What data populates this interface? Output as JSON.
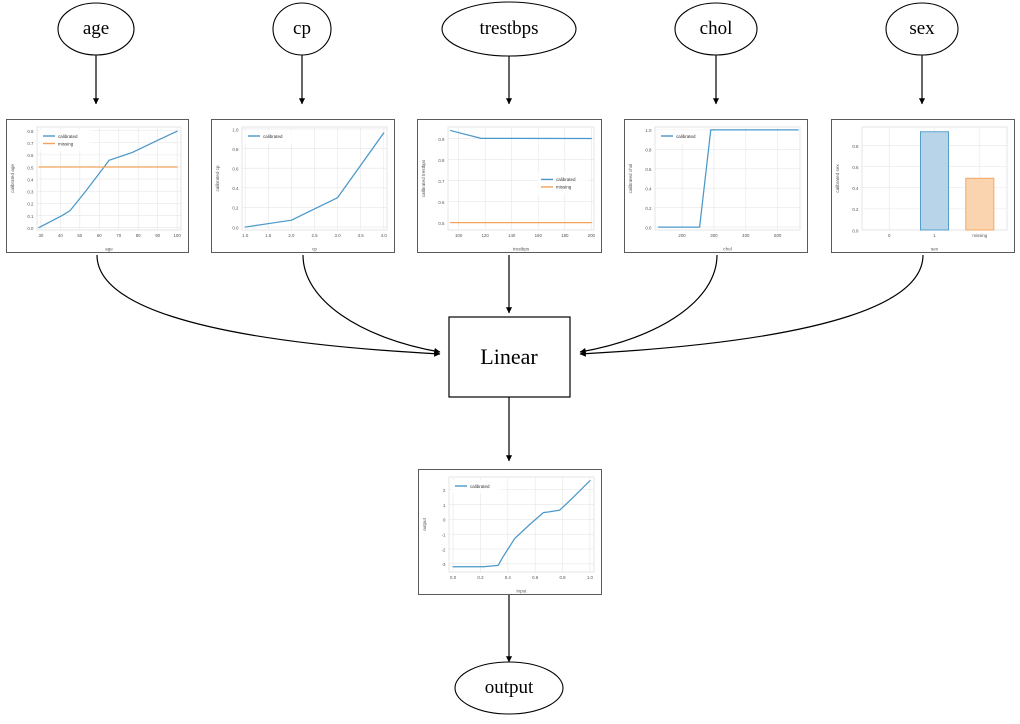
{
  "diagram": {
    "type": "calibrated-linear-model-graph",
    "input_nodes": [
      {
        "id": "age",
        "label": "age"
      },
      {
        "id": "cp",
        "label": "cp"
      },
      {
        "id": "trestbps",
        "label": "trestbps"
      },
      {
        "id": "chol",
        "label": "chol"
      },
      {
        "id": "sex",
        "label": "sex"
      }
    ],
    "linear_node": {
      "id": "linear",
      "label": "Linear"
    },
    "output_node": {
      "id": "output",
      "label": "output"
    }
  },
  "colors": {
    "calibrated": "#4a98c9",
    "missing": "#f4a259",
    "bar_blue_fill": "#b8d4e8",
    "bar_blue_edge": "#4a98c9",
    "bar_orange_fill": "#fad4ae",
    "bar_orange_edge": "#f4a259",
    "grid": "#e6e6e6",
    "axis_text": "#555555",
    "edge": "#000000",
    "card_border": "#5a5a5a"
  },
  "chart_data": [
    {
      "id": "age",
      "type": "line",
      "title": "",
      "xlabel": "age",
      "ylabel": "calibrated age",
      "xlim": [
        28,
        102
      ],
      "ylim": [
        -0.02,
        0.83
      ],
      "xticks": [
        30,
        40,
        50,
        60,
        70,
        80,
        90,
        100
      ],
      "yticks": [
        0.0,
        0.1,
        0.2,
        0.3,
        0.4,
        0.5,
        0.6,
        0.7,
        0.8
      ],
      "grid": true,
      "legend": [
        "calibrated",
        "missing"
      ],
      "legend_position": "upper left",
      "series": [
        {
          "name": "calibrated",
          "color": "#4a98c9",
          "x": [
            29,
            41,
            45,
            53,
            62,
            65,
            77,
            90,
            100
          ],
          "y": [
            0.0,
            0.1,
            0.14,
            0.3,
            0.49,
            0.555,
            0.62,
            0.72,
            0.795
          ]
        },
        {
          "name": "missing",
          "color": "#f4a259",
          "x": [
            29,
            100
          ],
          "y": [
            0.5,
            0.5
          ]
        }
      ]
    },
    {
      "id": "cp",
      "type": "line",
      "title": "",
      "xlabel": "cp",
      "ylabel": "calibrated cp",
      "xlim": [
        0.93,
        4.07
      ],
      "ylim": [
        -0.03,
        1.02
      ],
      "xticks": [
        1.0,
        1.5,
        2.0,
        2.5,
        3.0,
        3.5,
        4.0
      ],
      "yticks": [
        0.0,
        0.2,
        0.4,
        0.6,
        0.8,
        1.0
      ],
      "grid": true,
      "legend": [
        "calibrated"
      ],
      "legend_position": "upper left",
      "series": [
        {
          "name": "calibrated",
          "color": "#4a98c9",
          "x": [
            1.0,
            2.0,
            3.0,
            4.0
          ],
          "y": [
            0.0,
            0.07,
            0.3,
            0.96
          ]
        }
      ]
    },
    {
      "id": "trestbps",
      "type": "line",
      "title": "",
      "xlabel": "trestbps",
      "ylabel": "calibrated trestbps",
      "xlim": [
        92,
        202
      ],
      "ylim": [
        0.465,
        0.955
      ],
      "xticks": [
        100,
        120,
        140,
        160,
        180,
        200
      ],
      "yticks": [
        0.5,
        0.6,
        0.7,
        0.8,
        0.9
      ],
      "grid": true,
      "legend": [
        "calibrated",
        "missing"
      ],
      "legend_position": "center right",
      "series": [
        {
          "name": "calibrated",
          "color": "#4a98c9",
          "x": [
            94,
            117,
            200
          ],
          "y": [
            0.938,
            0.901,
            0.9
          ]
        },
        {
          "name": "missing",
          "color": "#f4a259",
          "x": [
            94,
            200
          ],
          "y": [
            0.5,
            0.5
          ]
        }
      ]
    },
    {
      "id": "chol",
      "type": "line",
      "title": "",
      "xlabel": "chol",
      "ylabel": "calibrated chol",
      "xlim": [
        115,
        570
      ],
      "ylim": [
        -0.03,
        1.03
      ],
      "xticks": [
        200,
        300,
        400,
        500
      ],
      "yticks": [
        0.0,
        0.2,
        0.4,
        0.6,
        0.8,
        1.0
      ],
      "grid": true,
      "legend": [
        "calibrated"
      ],
      "legend_position": "upper left",
      "series": [
        {
          "name": "calibrated",
          "color": "#4a98c9",
          "x": [
            126,
            255,
            290,
            564
          ],
          "y": [
            0.0,
            0.0,
            1.0,
            1.0
          ]
        }
      ]
    },
    {
      "id": "sex",
      "type": "bar",
      "title": "",
      "xlabel": "sex",
      "ylabel": "calibrated sex",
      "categories": [
        "0",
        "1",
        "missing"
      ],
      "values": [
        0.0,
        0.93,
        0.49
      ],
      "bar_colors": [
        "#b8d4e8",
        "#b8d4e8",
        "#fad4ae"
      ],
      "bar_edge_colors": [
        "#4a98c9",
        "#4a98c9",
        "#f4a259"
      ],
      "ylim": [
        0.0,
        0.975
      ],
      "yticks": [
        0.0,
        0.2,
        0.4,
        0.6,
        0.8
      ],
      "grid": true,
      "legend": []
    },
    {
      "id": "output",
      "type": "line",
      "title": "",
      "xlabel": "input",
      "ylabel": "output",
      "xlim": [
        -0.03,
        1.03
      ],
      "ylim": [
        -3.55,
        2.85
      ],
      "xticks": [
        0.0,
        0.2,
        0.4,
        0.6,
        0.8,
        1.0
      ],
      "yticks": [
        -3,
        -2,
        -1,
        0,
        1,
        2
      ],
      "grid": true,
      "legend": [
        "calibrated"
      ],
      "legend_position": "upper left",
      "series": [
        {
          "name": "calibrated",
          "color": "#4a98c9",
          "x": [
            0.0,
            0.22,
            0.33,
            0.36,
            0.45,
            0.56,
            0.66,
            0.7,
            0.78,
            0.88,
            1.0
          ],
          "y": [
            -3.2,
            -3.2,
            -3.1,
            -2.6,
            -1.3,
            -0.35,
            0.45,
            0.5,
            0.62,
            1.5,
            2.6
          ]
        }
      ]
    }
  ]
}
